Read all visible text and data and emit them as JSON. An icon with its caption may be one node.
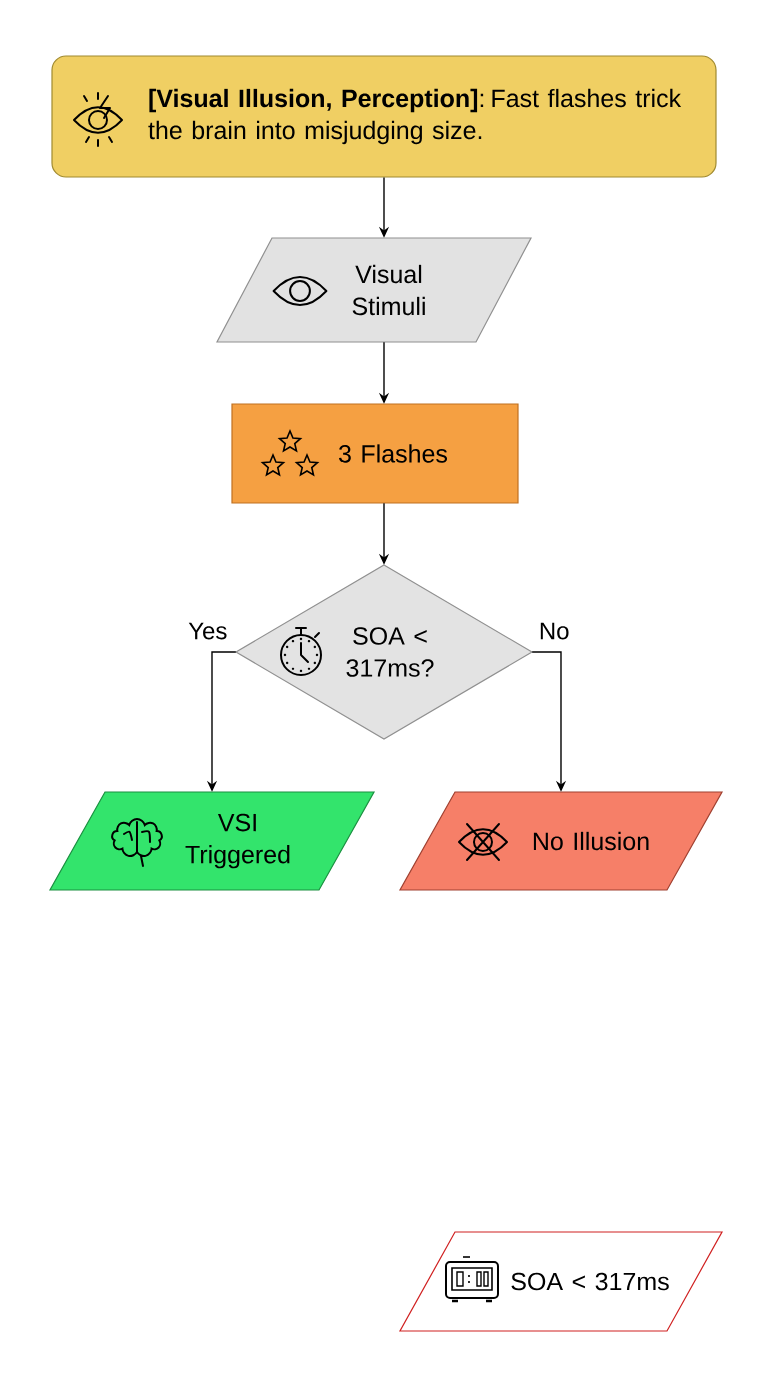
{
  "diagram": {
    "nodes": [
      {
        "text": [
          "**[Visual Illusion, Perception]**: Fast flashes trick the brain into misjudging size."
        ]
      },
      {
        "text": [
          "Visual Stimuli"
        ]
      },
      {
        "text": [
          "3 Flashes"
        ]
      },
      {
        "text": [
          "SOA < 317ms?"
        ]
      },
      {
        "text": [
          "VSI Triggered"
        ]
      },
      {
        "text": [
          "No Illusion"
        ]
      },
      {
        "text": [
          "SOA < 317ms"
        ]
      }
    ],
    "edges": [
      {
        "from": 0,
        "to": 1,
        "arrow": "to"
      },
      {
        "from": 1,
        "to": 2,
        "arrow": "to"
      },
      {
        "from": 2,
        "to": 3,
        "arrow": "to"
      },
      {
        "from": 3,
        "to": 4,
        "arrow": "to",
        "label": "Yes"
      },
      {
        "from": 3,
        "to": 5,
        "arrow": "to",
        "label": "No"
      }
    ]
  }
}
